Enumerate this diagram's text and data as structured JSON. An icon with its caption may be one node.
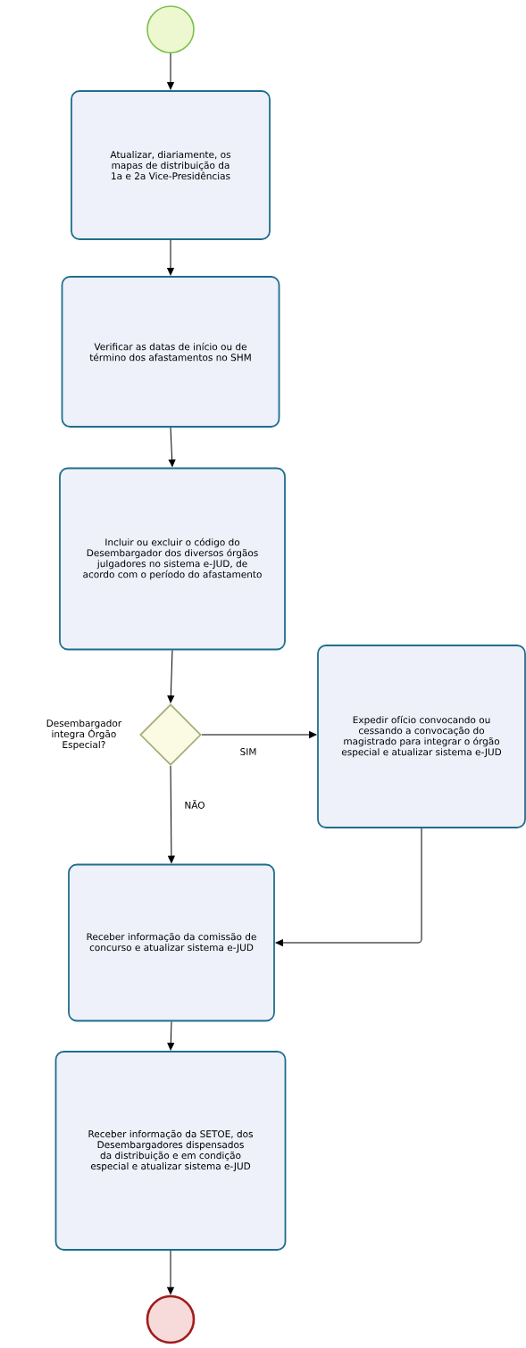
{
  "diagram": {
    "nodes": [
      {
        "text": [],
        "shape": "circle"
      },
      {
        "text": [
          "Atualizar, diariamente, os mapas de distribuição da 1a e 2a Vice-Presidências"
        ]
      },
      {
        "text": [
          "Verificar as datas de início ou de término dos afastamentos no SHM"
        ]
      },
      {
        "text": [
          "Incluir ou excluir o código do Desembargador dos diversos órgãos julgadores no sistema e-JUD, de acordo com o período do afastamento"
        ]
      },
      {
        "text": [],
        "shape": "diamond",
        "beside": [
          "Desembargador integra Órgão Especial?"
        ]
      },
      {
        "text": [
          "Expedir ofício convocando ou cessando a convocação do magistrado para integrar o órgão especial e atualizar sistema e-JUD"
        ]
      },
      {
        "text": [
          "Receber informação da comissão de concurso e atualizar sistema e-JUD"
        ]
      },
      {
        "text": [
          "Receber informação da SETOE, dos Desembargadores dispensados da distribuição e em condição especial e atualizar sistema e-JUD"
        ]
      },
      {
        "text": [],
        "shape": "circle"
      }
    ],
    "edges": [
      {
        "from": 0,
        "to": 1,
        "arrow": "to"
      },
      {
        "from": 1,
        "to": 2,
        "arrow": "to"
      },
      {
        "from": 2,
        "to": 3,
        "arrow": "to"
      },
      {
        "from": 3,
        "to": 4,
        "arrow": "to"
      },
      {
        "from": 4,
        "to": 5,
        "arrow": "to",
        "label": "SIM"
      },
      {
        "from": 4,
        "to": 6,
        "arrow": "to",
        "label": "NÃO"
      },
      {
        "from": 5,
        "to": 6,
        "arrow": "to"
      },
      {
        "from": 6,
        "to": 7,
        "arrow": "to"
      },
      {
        "from": 7,
        "to": 8,
        "arrow": "to"
      }
    ]
  }
}
